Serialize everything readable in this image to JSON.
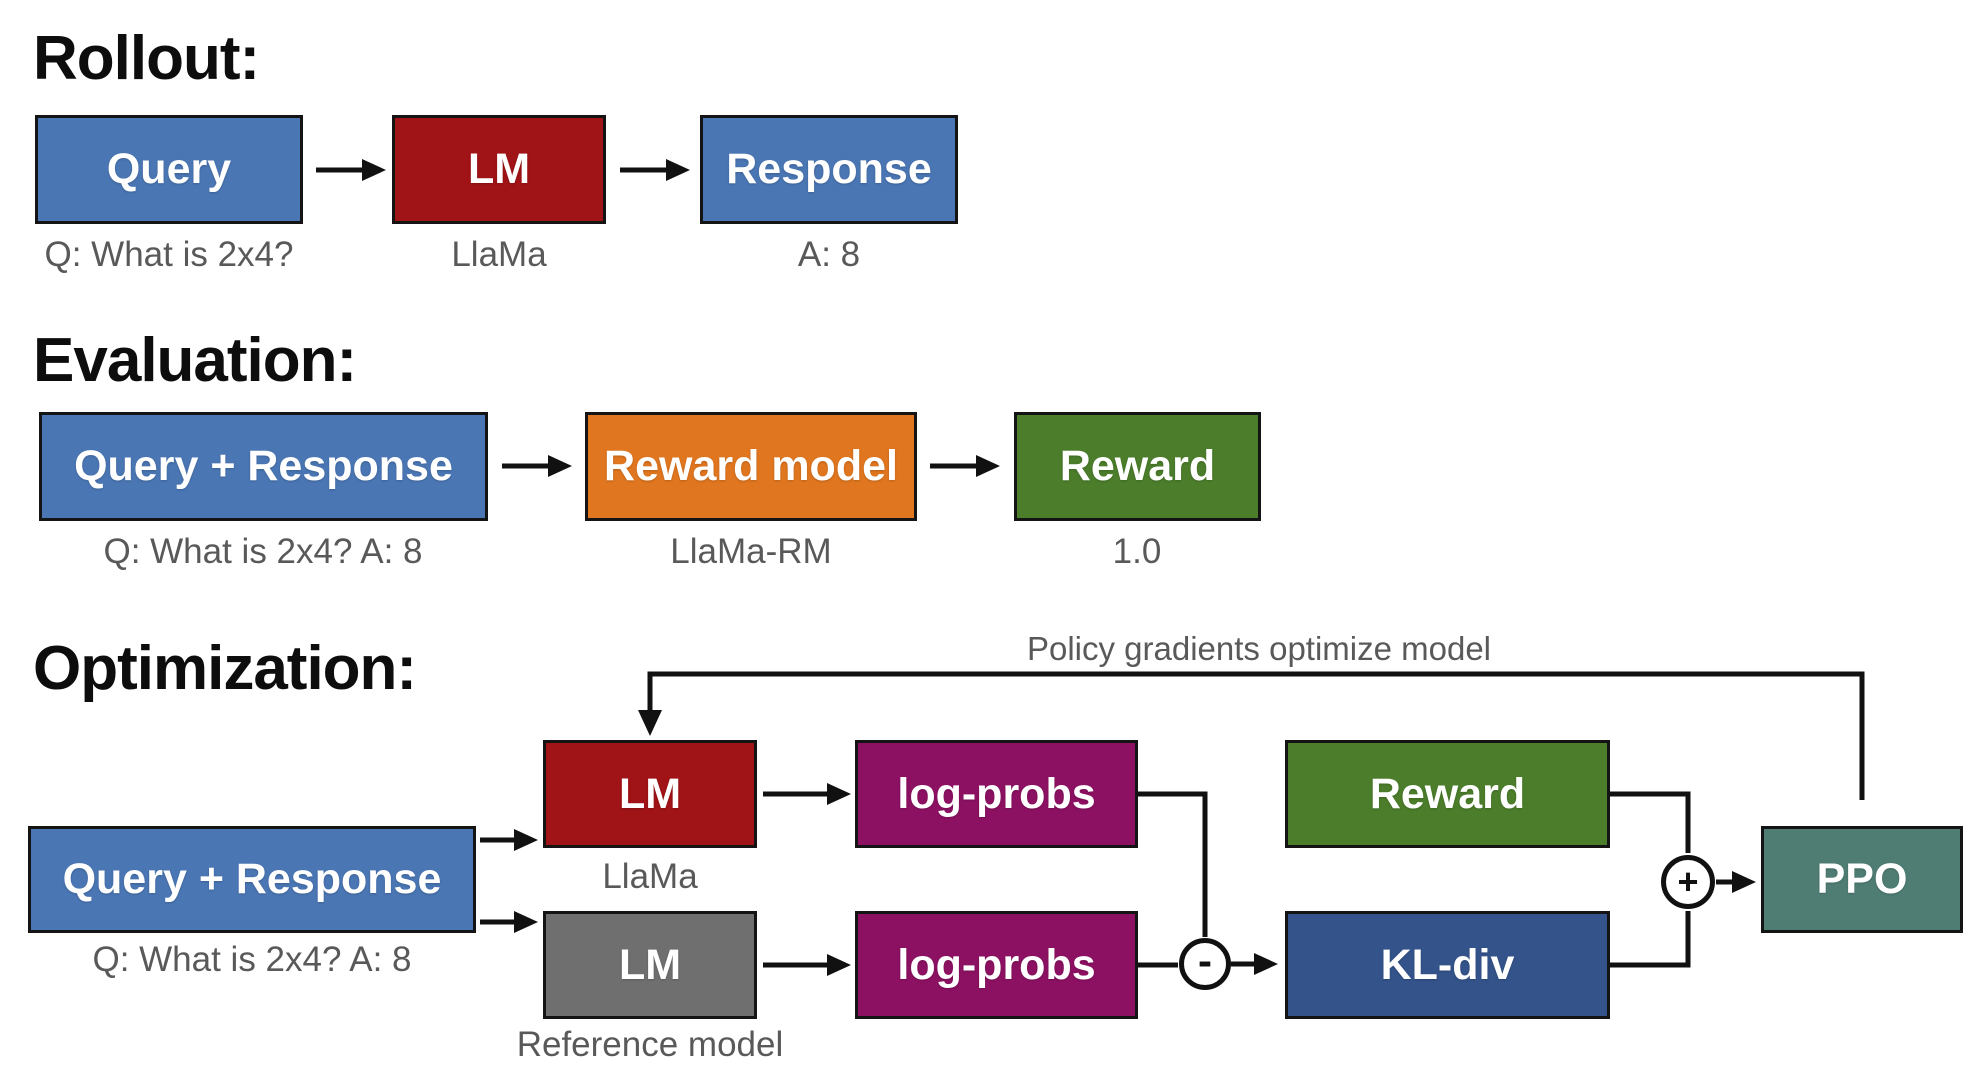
{
  "colors": {
    "query_blue": "#4A76B4",
    "lm_red": "#A01316",
    "reward_model_orange": "#E0761F",
    "reward_green": "#4B7D2B",
    "logprobs_purple": "#8C1162",
    "reference_gray": "#6F6F6F",
    "kl_navy": "#33538A",
    "ppo_teal": "#4F7D74",
    "caption_gray": "#595959",
    "line_black": "#111111"
  },
  "rollout": {
    "heading": "Rollout:",
    "steps": [
      {
        "label": "Query",
        "caption": "Q: What is 2x4?"
      },
      {
        "label": "LM",
        "caption": "LlaMa"
      },
      {
        "label": "Response",
        "caption": "A: 8"
      }
    ]
  },
  "evaluation": {
    "heading": "Evaluation:",
    "steps": [
      {
        "label": "Query + Response",
        "caption": "Q: What is 2x4? A: 8"
      },
      {
        "label": "Reward model",
        "caption": "LlaMa-RM"
      },
      {
        "label": "Reward",
        "caption": "1.0"
      }
    ]
  },
  "optimization": {
    "heading": "Optimization:",
    "feedback_label": "Policy gradients optimize model",
    "query_response": {
      "label": "Query + Response",
      "caption": "Q: What is 2x4? A: 8"
    },
    "policy_lm": {
      "label": "LM",
      "caption": "LlaMa"
    },
    "reference_lm": {
      "label": "LM",
      "caption": "Reference model"
    },
    "policy_logprobs": {
      "label": "log-probs"
    },
    "reference_logprobs": {
      "label": "log-probs"
    },
    "reward": {
      "label": "Reward"
    },
    "kl_div": {
      "label": "KL-div"
    },
    "ppo": {
      "label": "PPO"
    },
    "minus_operator": "-",
    "plus_operator": "+"
  }
}
